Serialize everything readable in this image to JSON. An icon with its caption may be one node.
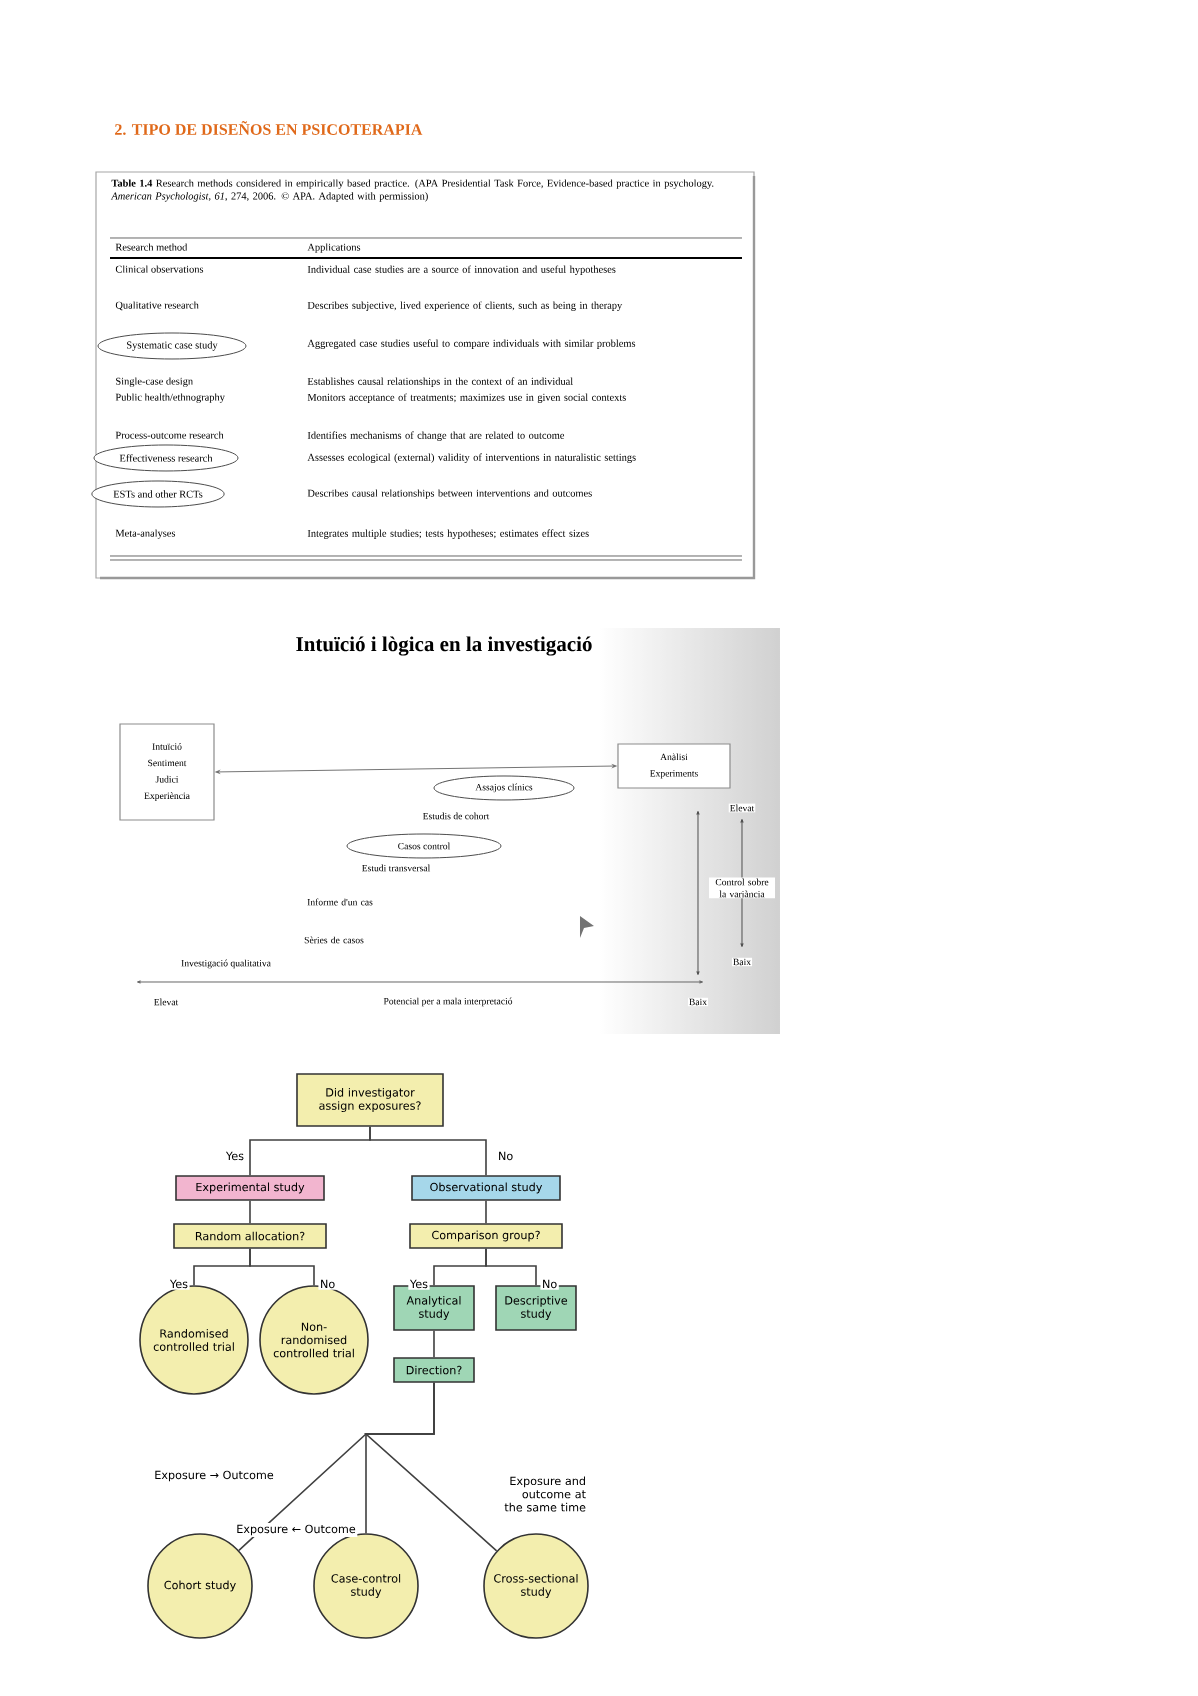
{
  "diagram": {
    "title": "2. TIPO DE DISEÑOS EN PSICOTERAPIA",
    "nodes": [
      {
        "text": [
          "Systematic case study"
        ]
      },
      {
        "text": [
          "Effectiveness research"
        ]
      },
      {
        "text": [
          "ESTs and other RCTs"
        ]
      },
      {
        "text": [
          "Intuïció",
          "Sentiment",
          "Judici",
          "Experiència"
        ]
      },
      {
        "text": [
          "Anàlisi",
          "Experiments"
        ]
      },
      {
        "text": [
          "Assajos clínics"
        ]
      },
      {
        "text": [
          "Casos control"
        ]
      },
      {
        "text": [
          "Did investigator assign exposures?"
        ]
      },
      {
        "text": [
          "Experimental study"
        ]
      },
      {
        "text": [
          "Observational study"
        ]
      },
      {
        "text": [
          "Random allocation?"
        ]
      },
      {
        "text": [
          "Comparison group?"
        ]
      },
      {
        "text": [
          "Randomised controlled trial"
        ]
      },
      {
        "text": [
          "Non-randomised controlled trial"
        ]
      },
      {
        "text": [
          "Analytical study"
        ]
      },
      {
        "text": [
          "Descriptive study"
        ]
      },
      {
        "text": [
          "Direction?"
        ]
      },
      {
        "text": [
          "Cohort study"
        ]
      },
      {
        "text": [
          "Case-control study"
        ]
      },
      {
        "text": [
          "Cross-sectional study"
        ]
      }
    ],
    "edges": [
      {
        "from": 3,
        "to": 4,
        "arrow": "both"
      },
      {
        "from": 7,
        "to": 8,
        "arrow": "none",
        "label": "Yes"
      },
      {
        "from": 7,
        "to": 9,
        "arrow": "none",
        "label": "No"
      },
      {
        "from": 8,
        "to": 10,
        "arrow": "none"
      },
      {
        "from": 9,
        "to": 11,
        "arrow": "none"
      },
      {
        "from": 10,
        "to": 12,
        "arrow": "none",
        "label": "Yes"
      },
      {
        "from": 10,
        "to": 13,
        "arrow": "none",
        "label": "No"
      },
      {
        "from": 11,
        "to": 14,
        "arrow": "none",
        "label": "Yes"
      },
      {
        "from": 11,
        "to": 15,
        "arrow": "none",
        "label": "No"
      },
      {
        "from": 14,
        "to": 16,
        "arrow": "none"
      },
      {
        "from": 16,
        "to": 17,
        "arrow": "none",
        "label": "Exposure → Outcome"
      },
      {
        "from": 16,
        "to": 18,
        "arrow": "none",
        "label": "Exposure ← Outcome"
      },
      {
        "from": 16,
        "to": 19,
        "arrow": "none",
        "label": "Exposure and outcome at the same time"
      }
    ],
    "labels": [
      "**Table 1.4** Research methods considered in empirically based practice. (APA Presidential Task Force, Evidence-based practice in psychology. *American Psychologist, 61*, 274, 2006. © APA. Adapted with permission)",
      "Research method",
      "Applications",
      "Clinical observations",
      "Individual case studies are a source of innovation and useful hypotheses",
      "Qualitative research",
      "Describes subjective, lived experience of clients, such as being in therapy",
      "Aggregated case studies useful to compare individuals with similar problems",
      "Single-case design",
      "Establishes causal relationships in the context of an individual",
      "Public health/ethnography",
      "Monitors acceptance of treatments; maximizes use in given social contexts",
      "Process-outcome research",
      "Identifies mechanisms of change that are related to outcome",
      "Assesses ecological (external) validity of interventions in naturalistic settings",
      "Describes causal relationships between interventions and outcomes",
      "Meta-analyses",
      "Integrates multiple studies; tests hypotheses; estimates effect sizes",
      "Intuïció i lògica en la investigació",
      "Estudis de cohort",
      "Estudi transversal",
      "Informe d'un cas",
      "Sèries de casos",
      "Investigació qualitativa",
      "Elevat",
      "Potencial per a mala interpretació",
      "Baix",
      "Elevat",
      "Control sobre la variància",
      "Baix"
    ]
  }
}
